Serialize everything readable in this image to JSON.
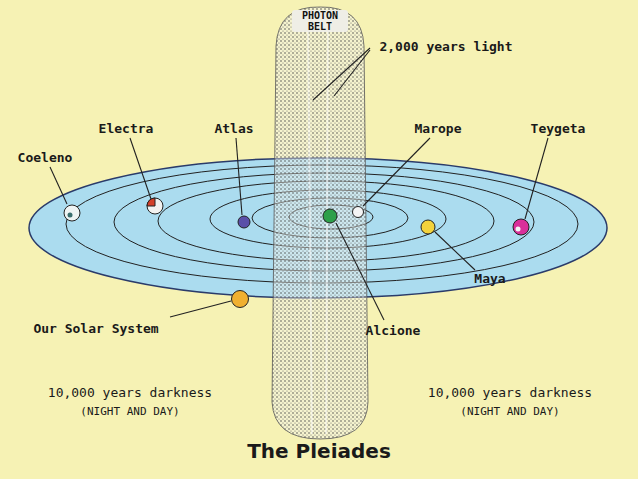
{
  "diagram": {
    "title": "The Pleiades",
    "nodes": [
      {
        "text": [
          "PHOTON BELT"
        ]
      }
    ],
    "labels": [
      "2,000 years light",
      "Coeleno",
      "Electra",
      "Atlas",
      "Marope",
      "Teygeta",
      "Maya",
      "Our Solar System",
      "Alcione",
      "10,000 years darkness",
      "(NIGHT AND DAY)",
      "10,000 years darkness",
      "(NIGHT AND DAY)"
    ]
  }
}
